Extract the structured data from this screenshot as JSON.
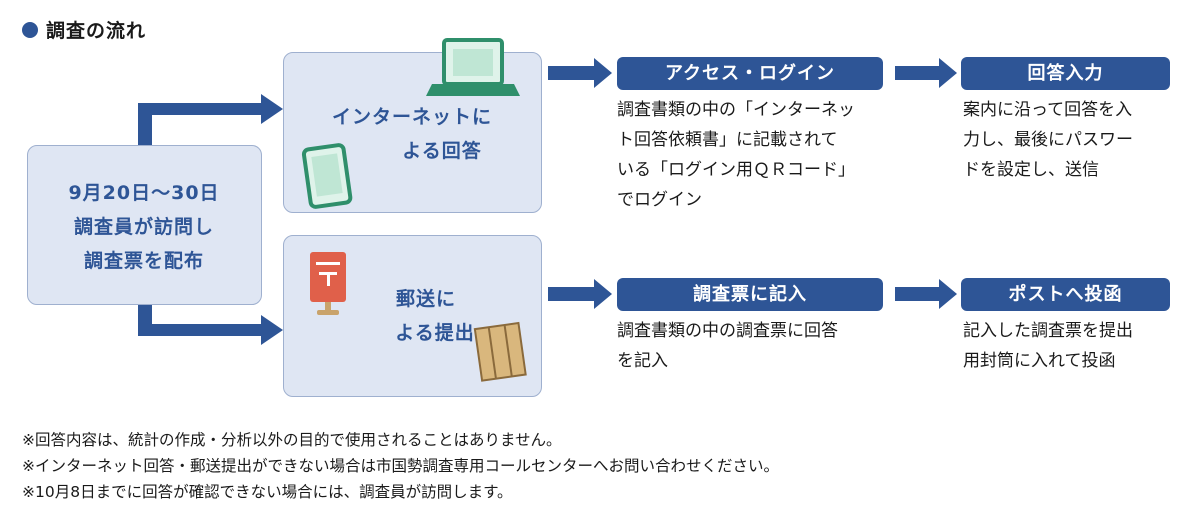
{
  "title": "調査の流れ",
  "start": {
    "lines": [
      "9月20日〜30日",
      "調査員が訪問し",
      "調査票を配布"
    ]
  },
  "internet": {
    "label_lines": [
      "インターネットに",
      "よる回答"
    ],
    "step1": {
      "label": "アクセス・ログイン",
      "desc": [
        "調査書類の中の「インターネッ",
        "ト回答依頼書」に記載されて",
        "いる「ログイン用ＱＲコード」",
        "でログイン"
      ]
    },
    "step2": {
      "label": "回答入力",
      "desc": [
        "案内に沿って回答を入",
        "力し、最後にパスワー",
        "ドを設定し、送信"
      ]
    }
  },
  "mail": {
    "label_lines": [
      "郵送に",
      "よる提出"
    ],
    "step1": {
      "label": "調査票に記入",
      "desc": [
        "調査書類の中の調査票に回答",
        "を記入"
      ]
    },
    "step2": {
      "label": "ポストへ投函",
      "desc": [
        "記入した調査票を提出",
        "用封筒に入れて投函"
      ]
    }
  },
  "notes": [
    "※回答内容は、統計の作成・分析以外の目的で使用されることはありません。",
    "※インターネット回答・郵送提出ができない場合は市国勢調査専用コールセンターへお問い合わせください。",
    "※10月8日までに回答が確認できない場合には、調査員が訪問します。"
  ],
  "icons": [
    "laptop-icon",
    "tablet-icon",
    "postbox-icon",
    "envelope-icon"
  ],
  "colors": {
    "accent": "#2e5596",
    "box_fill": "#dfe6f3",
    "box_border": "#9fb0cf",
    "device": "#2f8f6b",
    "device_screen": "#dff3ea",
    "postbox": "#e0604a",
    "envelope": "#c9a36b"
  }
}
